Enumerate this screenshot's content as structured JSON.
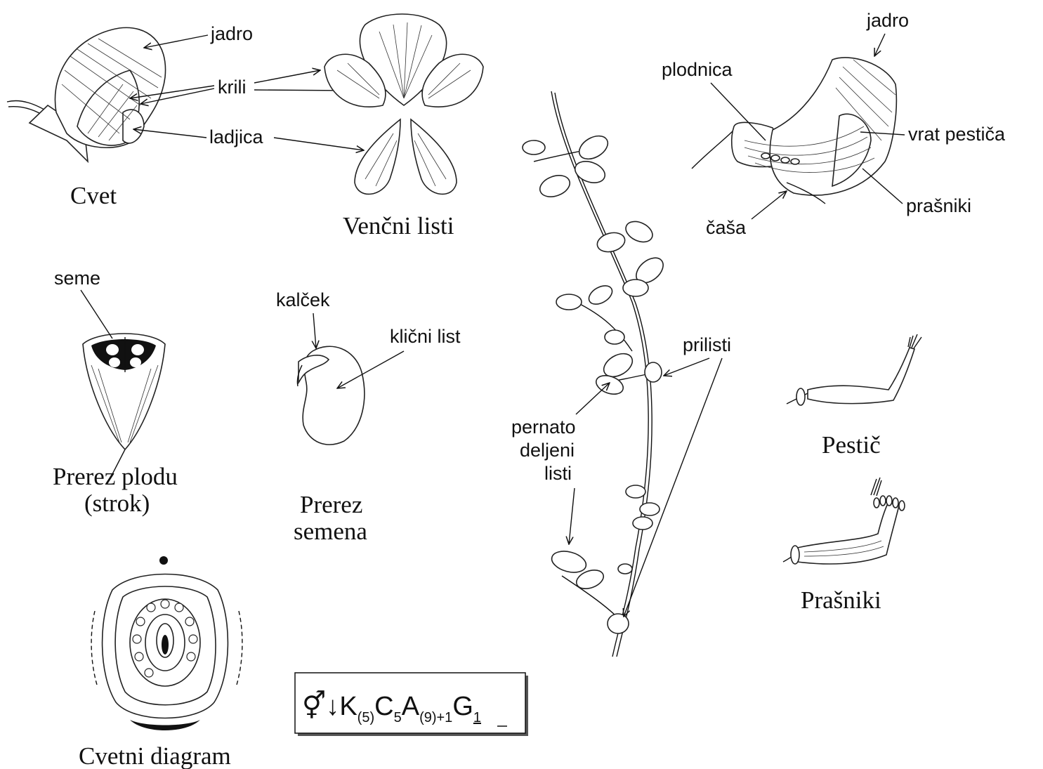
{
  "labels": {
    "jadro_flower": "jadro",
    "krili": "krili",
    "ladjica": "ladjica",
    "cvet": "Cvet",
    "vencni_listi": "Venčni listi",
    "jadro_section": "jadro",
    "plodnica": "plodnica",
    "vrat_pestica": "vrat pestiča",
    "prasniki_label": "prašniki",
    "casa": "čaša",
    "seme": "seme",
    "kalcek": "kalček",
    "klicni_list": "klični list",
    "prilisti": "prilisti",
    "pernato_1": "pernato",
    "pernato_2": "deljeni",
    "pernato_3": "listi",
    "prerez_plodu_1": "Prerez plodu",
    "prerez_plodu_2": "(strok)",
    "prerez_semena_1": "Prerez",
    "prerez_semena_2": "semena",
    "pestic": "Pestič",
    "prasniki_caption": "Prašniki",
    "cvetni_diagram": "Cvetni diagram"
  },
  "formula": {
    "symbols": "⚥↓",
    "k": "K",
    "k_sub": "(5)",
    "c": "C",
    "c_sub": "5",
    "a": "A",
    "a_sub": "(9)+1",
    "g": "G",
    "g_sub": "1"
  }
}
